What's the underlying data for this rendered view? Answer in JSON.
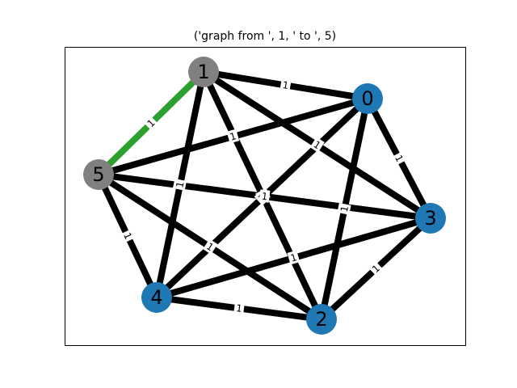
{
  "title": "('graph from ', 1, ' to ', 5)",
  "colors": {
    "edge_default": "#000000",
    "edge_highlight": "#2ca02c",
    "node_default": "#1f77b4",
    "node_highlight": "#808080",
    "label_bg": "#ffffff"
  },
  "graph": {
    "nodes": [
      {
        "id": "0",
        "label": "0",
        "highlight": false
      },
      {
        "id": "1",
        "label": "1",
        "highlight": true
      },
      {
        "id": "2",
        "label": "2",
        "highlight": false
      },
      {
        "id": "3",
        "label": "3",
        "highlight": false
      },
      {
        "id": "4",
        "label": "4",
        "highlight": false
      },
      {
        "id": "5",
        "label": "5",
        "highlight": true
      }
    ],
    "edges": [
      {
        "source": "1",
        "target": "0",
        "weight": "1",
        "highlight": false
      },
      {
        "source": "1",
        "target": "2",
        "weight": "1",
        "highlight": false
      },
      {
        "source": "1",
        "target": "3",
        "weight": "1",
        "highlight": false
      },
      {
        "source": "1",
        "target": "4",
        "weight": "1",
        "highlight": false
      },
      {
        "source": "1",
        "target": "5",
        "weight": "1",
        "highlight": true
      },
      {
        "source": "0",
        "target": "2",
        "weight": "1",
        "highlight": false
      },
      {
        "source": "0",
        "target": "3",
        "weight": "1",
        "highlight": false
      },
      {
        "source": "0",
        "target": "4",
        "weight": "1",
        "highlight": false
      },
      {
        "source": "0",
        "target": "5",
        "weight": "1",
        "highlight": false
      },
      {
        "source": "2",
        "target": "3",
        "weight": "1",
        "highlight": false
      },
      {
        "source": "2",
        "target": "4",
        "weight": "1",
        "highlight": false
      },
      {
        "source": "2",
        "target": "5",
        "weight": "1",
        "highlight": false
      },
      {
        "source": "3",
        "target": "4",
        "weight": "1",
        "highlight": false
      },
      {
        "source": "3",
        "target": "5",
        "weight": "1",
        "highlight": false
      },
      {
        "source": "4",
        "target": "5",
        "weight": "1",
        "highlight": false
      }
    ]
  }
}
